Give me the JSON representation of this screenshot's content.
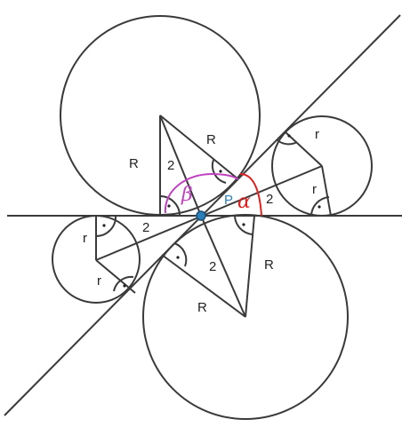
{
  "labels": {
    "R_big_top_left": "R",
    "R_big_top_slant": "R",
    "two_big_top": "2",
    "r_small_right_top": "r",
    "r_small_right_side": "r",
    "two_small_right": "2",
    "r_small_left_top": "r",
    "r_small_left_bottom": "r",
    "two_small_left": "2",
    "two_big_bottom": "2",
    "R_big_bottom_slant": "R",
    "R_big_bottom_right": "R",
    "point": "P"
  },
  "angles": {
    "beta": "β",
    "alpha": "α"
  },
  "colors": {
    "line": "#3a3a3a",
    "point": "#2a7fb8",
    "beta": "#c040c0",
    "alpha": "#e02020"
  }
}
